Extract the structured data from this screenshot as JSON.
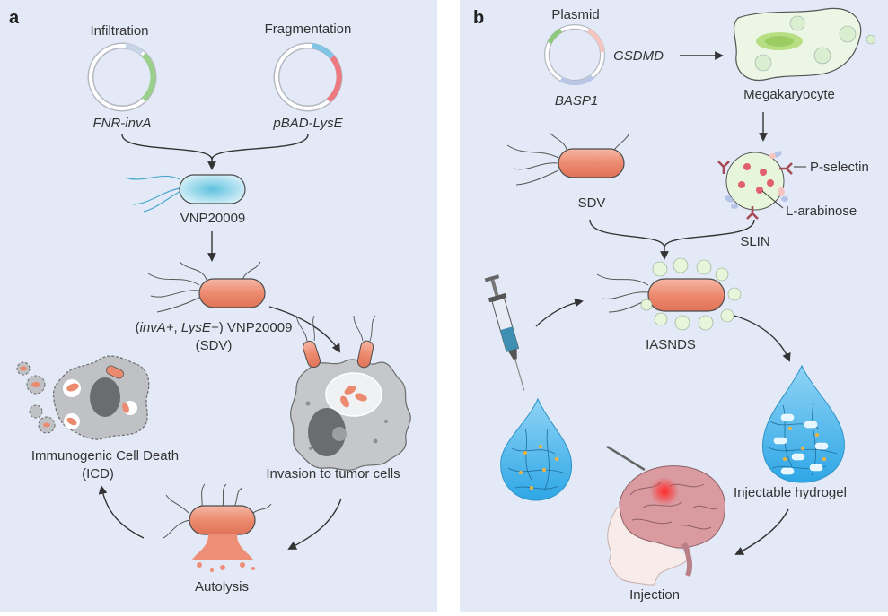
{
  "panel_a": {
    "letter": "a",
    "infiltration": "Infiltration",
    "fragmentation": "Fragmentation",
    "fnr_inva": "FNR-invA",
    "pbad_lyse": "pBAD-LysE",
    "vnp": "VNP20009",
    "sdv_line1_paren_open": "(",
    "sdv_line1_inva": "invA+",
    "sdv_line1_comma": ", ",
    "sdv_line1_lyse": "LysE+",
    "sdv_line1_tail": ") VNP20009",
    "sdv_line2": "(SDV)",
    "invasion": "Invasion to tumor cells",
    "icd_line1": "Immunogenic Cell Death",
    "icd_line2": "(ICD)",
    "autolysis": "Autolysis"
  },
  "panel_b": {
    "letter": "b",
    "plasmid": "Plasmid",
    "gsdmd": "GSDMD",
    "basp1": "BASP1",
    "megakaryocyte": "Megakaryocyte",
    "sdv": "SDV",
    "p_selectin": "P-selectin",
    "l_arabinose": "L-arabinose",
    "slin": "SLIN",
    "iasnds": "IASNDS",
    "injectable_hydrogel": "Injectable hydrogel",
    "injection": "Injection"
  },
  "colors": {
    "panel_bg": "#e3e9f6",
    "bacterium": "#ec8f76",
    "bacterium_blue": "#7fcde0",
    "arrow": "#333333",
    "hydrogel": "#4fb6e8"
  }
}
